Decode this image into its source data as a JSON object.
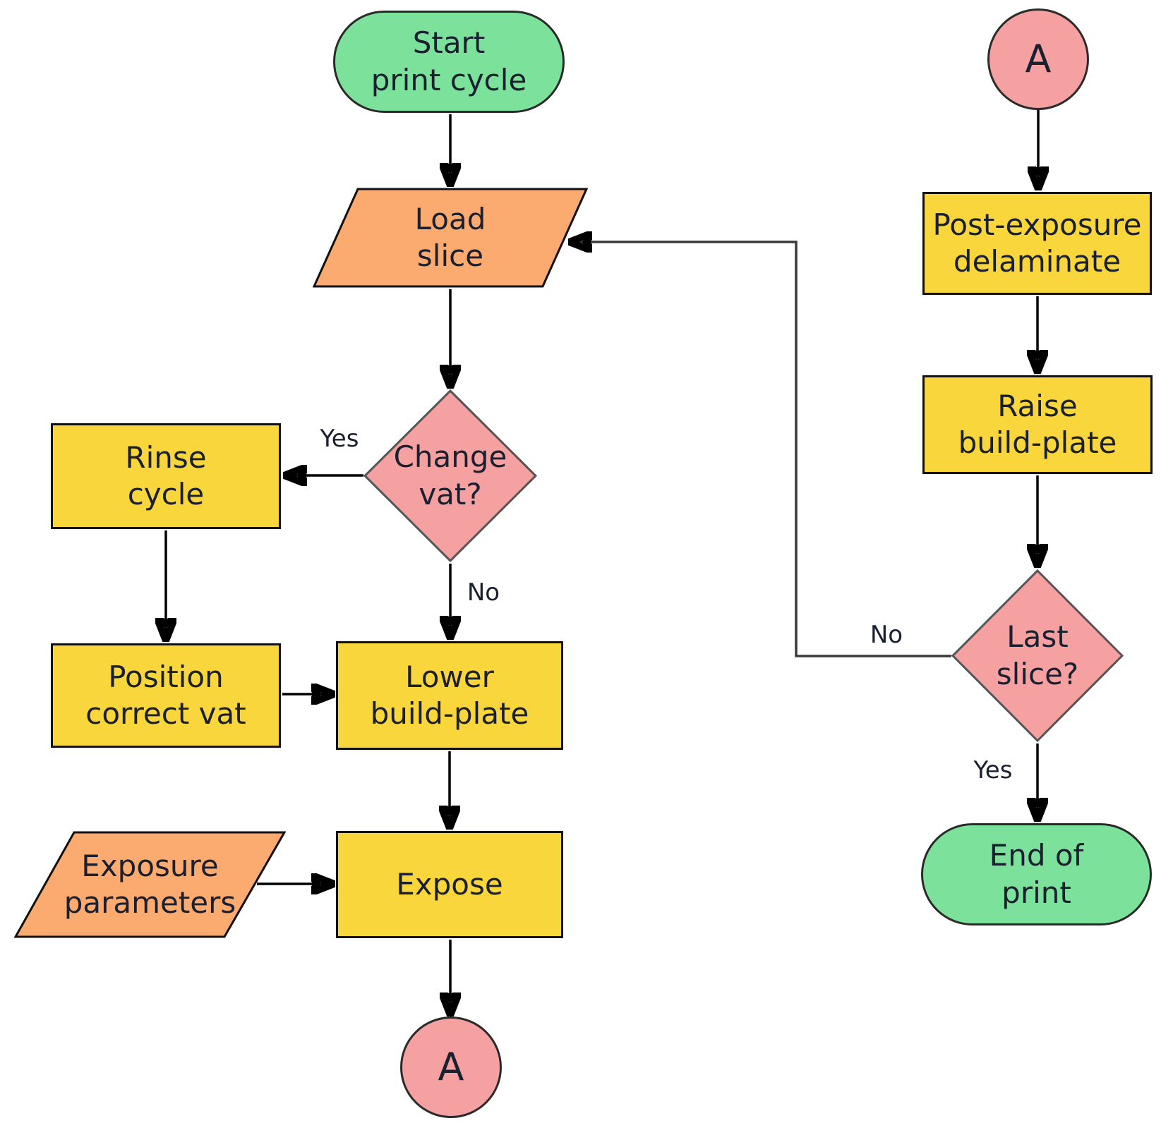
{
  "diagram_type": "flowchart",
  "nodes": {
    "start": {
      "label": "Start\nprint cycle",
      "type": "terminator"
    },
    "load_slice": {
      "label": "Load\nslice",
      "type": "input-output"
    },
    "change_vat": {
      "label": "Change\nvat?",
      "type": "decision"
    },
    "rinse_cycle": {
      "label": "Rinse\ncycle",
      "type": "process"
    },
    "position_vat": {
      "label": "Position\ncorrect vat",
      "type": "process"
    },
    "lower_plate": {
      "label": "Lower\nbuild-plate",
      "type": "process"
    },
    "expose": {
      "label": "Expose",
      "type": "process"
    },
    "exposure_params": {
      "label": "Exposure\nparameters",
      "type": "input-output"
    },
    "connector_a_out": {
      "label": "A",
      "type": "connector"
    },
    "connector_a_in": {
      "label": "A",
      "type": "connector"
    },
    "post_exposure": {
      "label": "Post-exposure\ndelaminate",
      "type": "process"
    },
    "raise_plate": {
      "label": "Raise\nbuild-plate",
      "type": "process"
    },
    "last_slice": {
      "label": "Last\nslice?",
      "type": "decision"
    },
    "end": {
      "label": "End of\nprint",
      "type": "terminator"
    }
  },
  "edge_labels": {
    "change_vat_yes": "Yes",
    "change_vat_no": "No",
    "last_slice_no": "No",
    "last_slice_yes": "Yes"
  },
  "palette": {
    "terminator_green": "#7ce29b",
    "input_orange": "#fbaa70",
    "process_yellow": "#f8d63c",
    "decision_pink": "#f5a1a1",
    "connector_pink": "#f5a1a1",
    "line_black": "#000000",
    "text_dark": "#1b2030"
  }
}
